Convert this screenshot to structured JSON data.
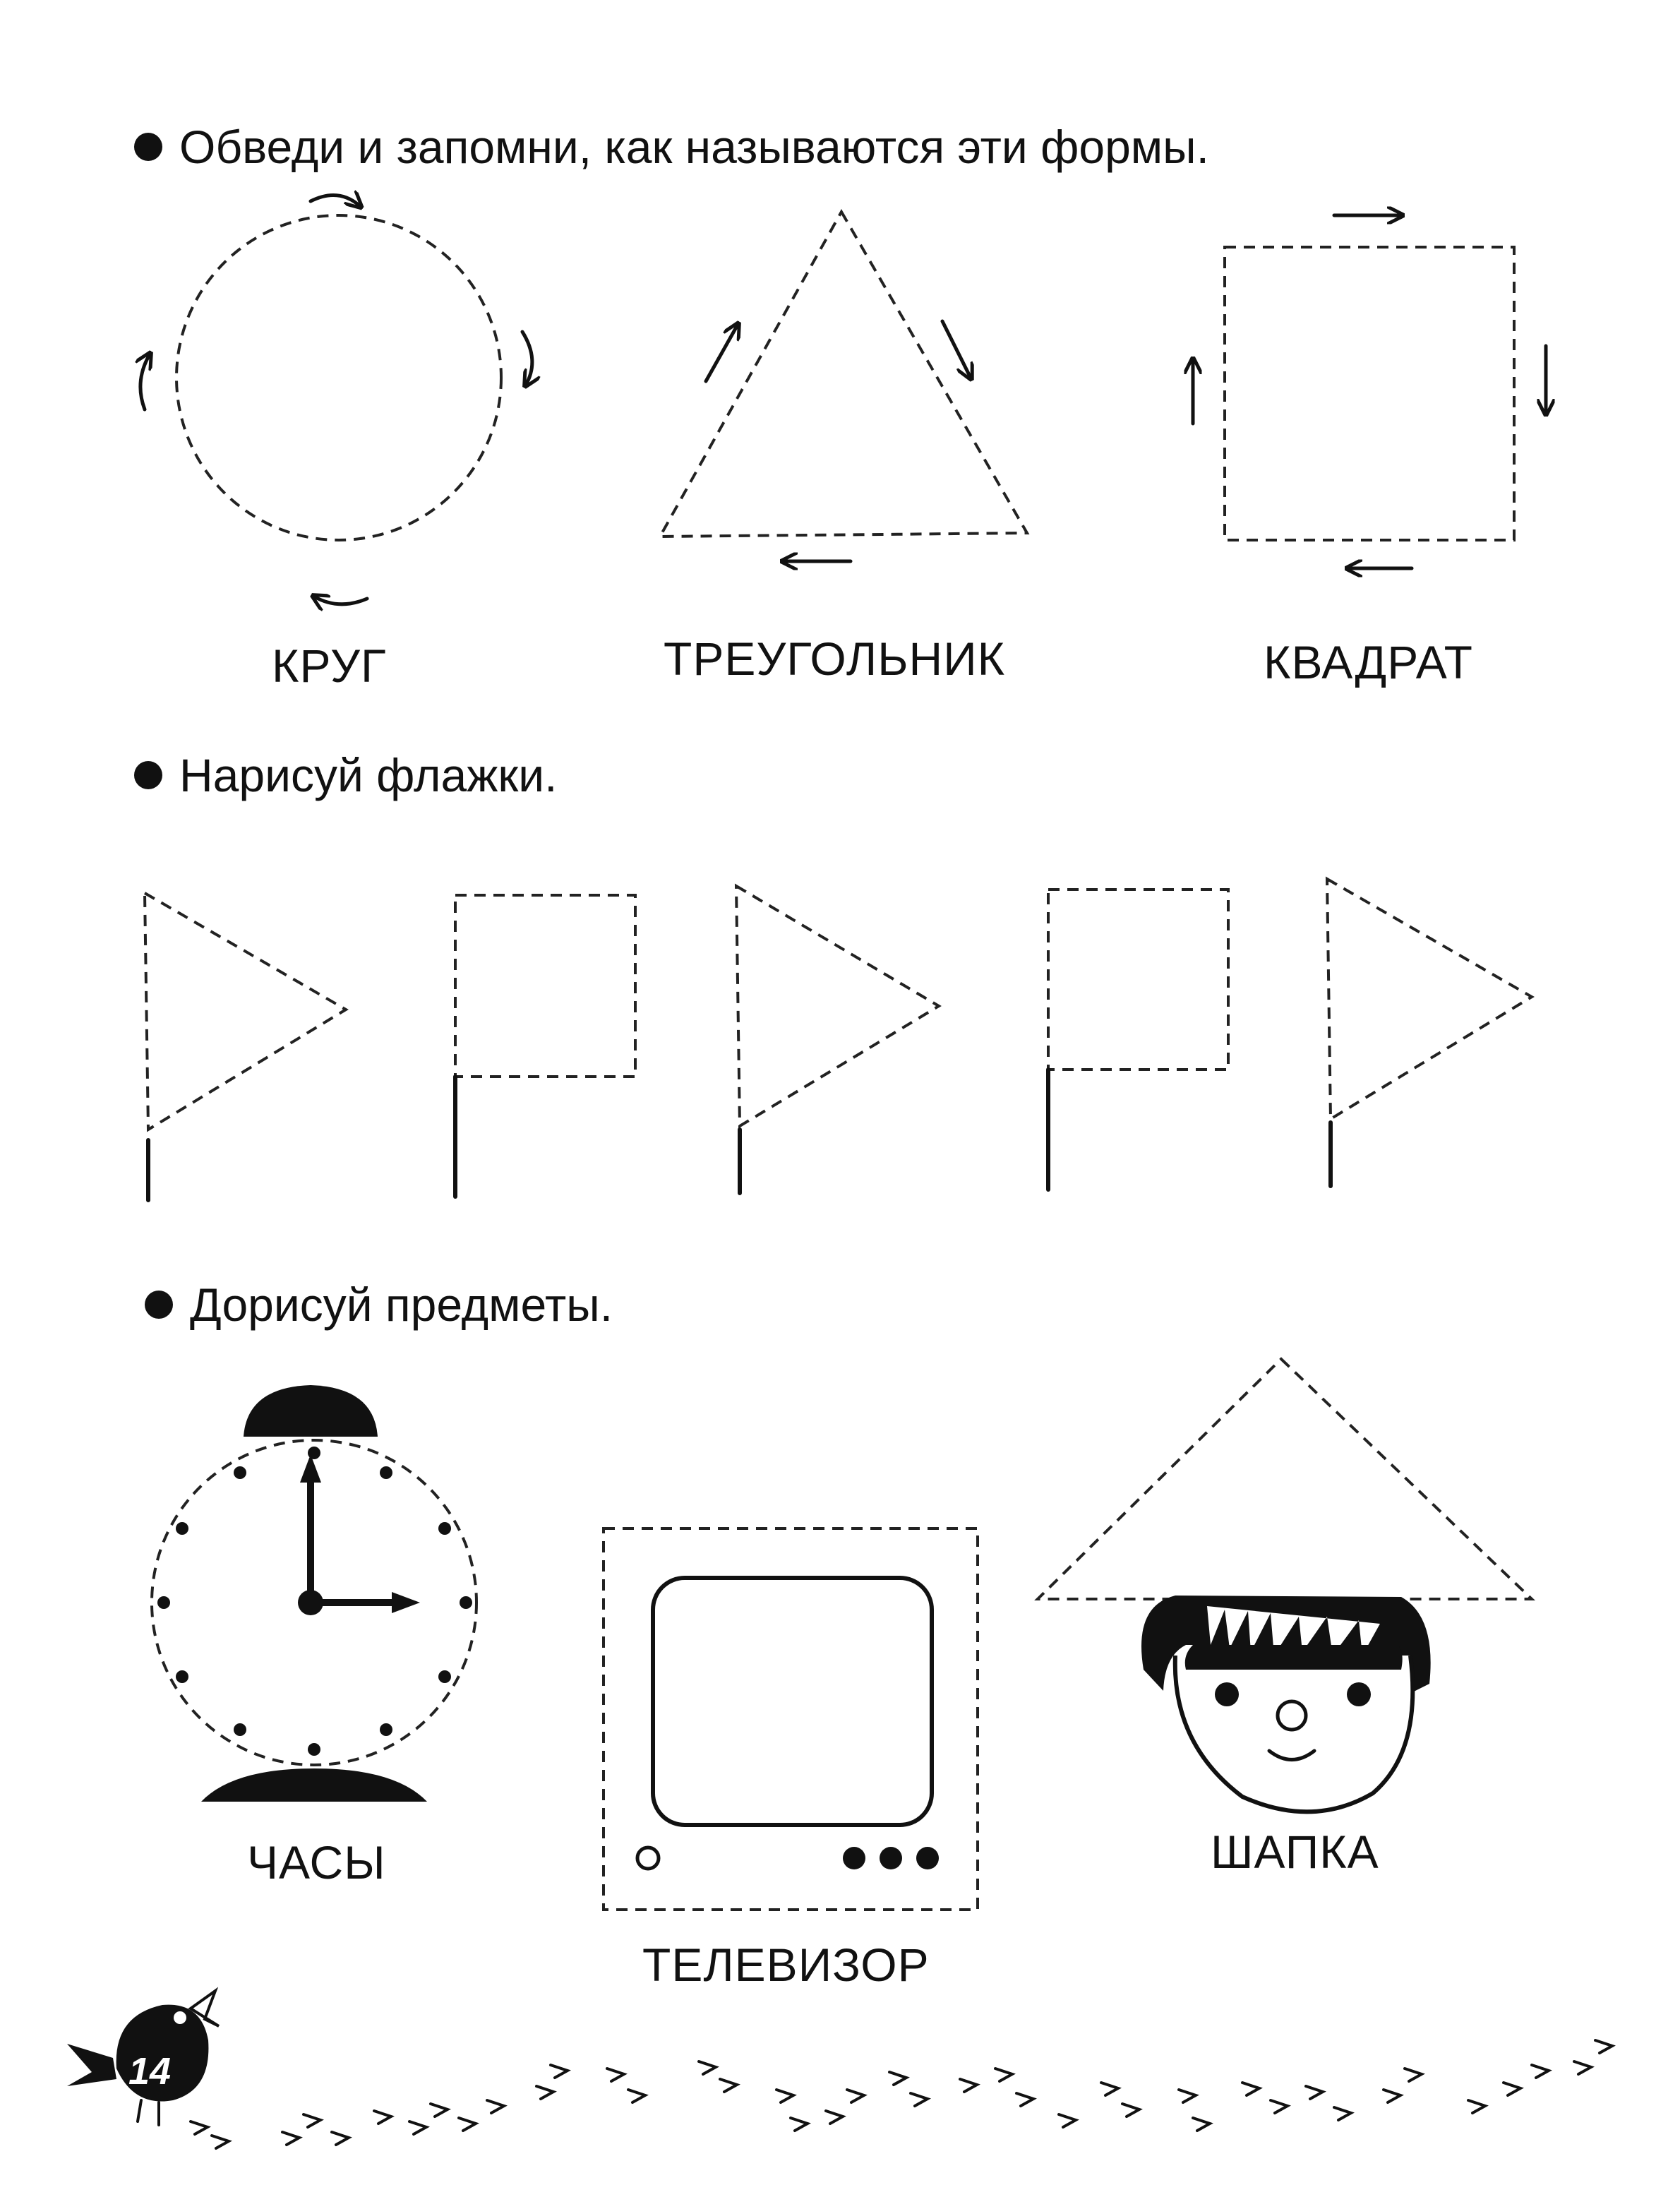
{
  "tasks": {
    "task1": "Обведи и запомни, как называются эти формы.",
    "task2": "Нарисуй флажки.",
    "task3": "Дорисуй предметы."
  },
  "shapes": {
    "circle": "КРУГ",
    "triangle": "ТРЕУГОЛЬНИК",
    "square": "КВАДРАТ"
  },
  "objects": {
    "clock": "ЧАСЫ",
    "tv": "ТЕЛЕВИЗОР",
    "hat": "ШАПКА"
  },
  "page_number": "14",
  "colors": {
    "ink": "#111111",
    "paper": "#ffffff"
  },
  "icons": [
    "bird-icon",
    "footprints-icon",
    "clock-icon",
    "tv-icon",
    "boy-face-icon",
    "flag-icon",
    "arrow-icon"
  ]
}
